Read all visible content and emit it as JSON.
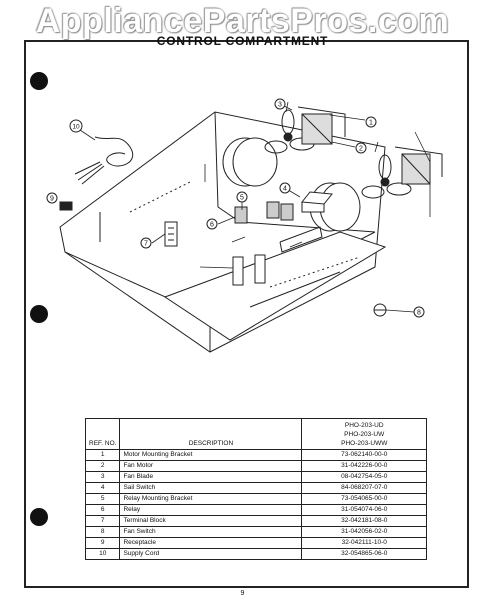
{
  "watermark": "AppliancePartsPros.com",
  "title": "CONTROL COMPARTMENT",
  "callouts": [
    "1",
    "2",
    "3",
    "4",
    "5",
    "6",
    "7",
    "8",
    "9",
    "10"
  ],
  "table": {
    "ref_header": "REF. NO.",
    "desc_header": "DESCRIPTION",
    "models": [
      "PHO-203-UD",
      "PHO-203-UW",
      "PHO-203-UWW"
    ],
    "rows": [
      {
        "ref": "1",
        "desc": "Motor Mounting Bracket",
        "part": "73-062140-00-0"
      },
      {
        "ref": "2",
        "desc": "Fan Motor",
        "part": "31-042226-00-0"
      },
      {
        "ref": "3",
        "desc": "Fan Blade",
        "part": "08-042754-05-0"
      },
      {
        "ref": "4",
        "desc": "Sail Switch",
        "part": "84-068207-07-0"
      },
      {
        "ref": "5",
        "desc": "Relay Mounting  Bracket",
        "part": "73-054065-00-0"
      },
      {
        "ref": "6",
        "desc": "Relay",
        "part": "31-054074-06-0"
      },
      {
        "ref": "7",
        "desc": "Terminal Block",
        "part": "32-042181-08-0"
      },
      {
        "ref": "8",
        "desc": "Fan Switch",
        "part": "31-042056-02-0"
      },
      {
        "ref": "9",
        "desc": "Receptacle",
        "part": "32-042111-10-0"
      },
      {
        "ref": "10",
        "desc": "Supply Cord",
        "part": "32-054865-06-0"
      }
    ]
  },
  "page_number": "9"
}
